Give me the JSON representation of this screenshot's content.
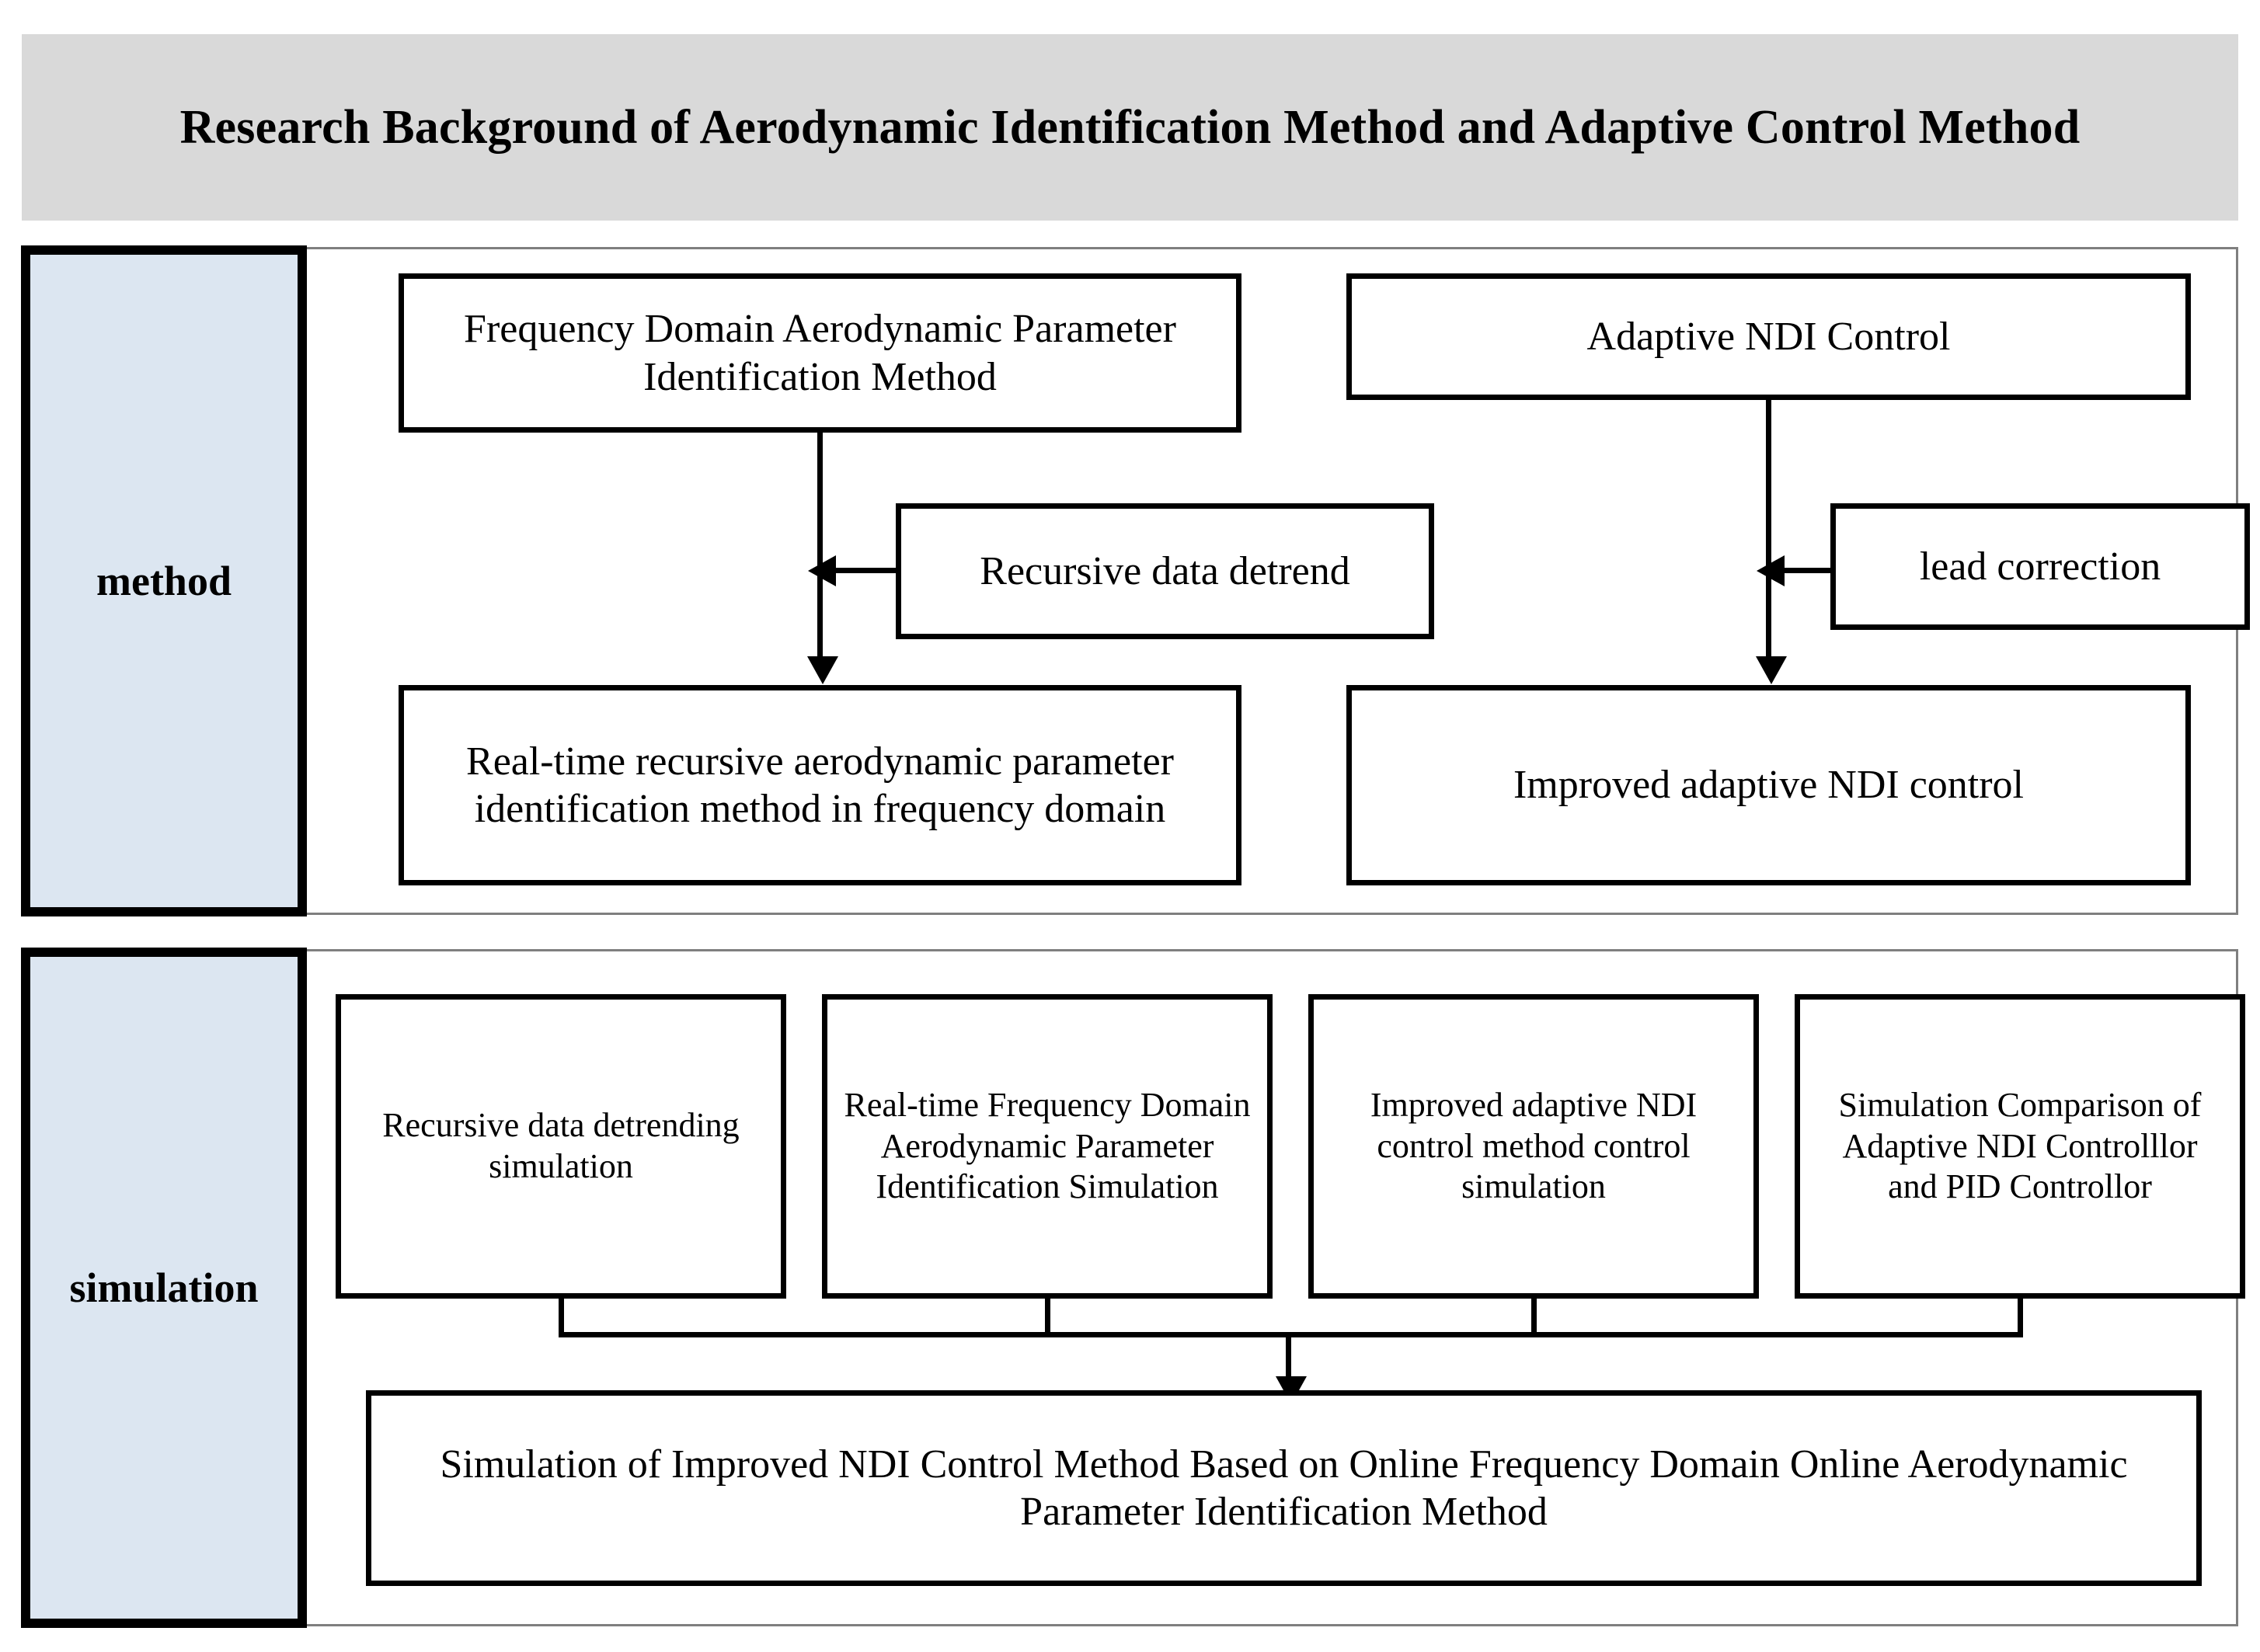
{
  "header": {
    "title": "Research Background of Aerodynamic Identification Method and Adaptive Control Method",
    "background_color": "#d9d9d9"
  },
  "colors": {
    "label_fill": "#dce6f1",
    "border": "#000000",
    "section_border": "#7f7f7f",
    "page_background": "#ffffff"
  },
  "sections": [
    {
      "label": "method",
      "boxes": {
        "frequency_domain": "Frequency Domain Aerodynamic Parameter Identification Method",
        "adaptive_ndi_control": "Adaptive NDI Control",
        "recursive_data_detrend": "Recursive data detrend",
        "lead_correction": "lead correction",
        "realtime_recursive": "Real-time recursive aerodynamic parameter identification method in frequency domain",
        "improved_adaptive_ndi": "Improved adaptive NDI control"
      }
    },
    {
      "label": "simulation",
      "boxes": {
        "sim_1": "Recursive data detrending simulation",
        "sim_2": "Real-time Frequency Domain Aerodynamic Parameter Identification Simulation",
        "sim_3": "Improved adaptive NDI control method control simulation",
        "sim_4": "Simulation Comparison of Adaptive NDI Controlllor and PID Controllor",
        "sim_final": "Simulation of Improved NDI Control Method Based on Online Frequency Domain Online Aerodynamic Parameter Identification Method"
      }
    }
  ],
  "connectors": [
    {
      "from": "frequency_domain",
      "to": "realtime_recursive",
      "style": "arrow-down"
    },
    {
      "from": "recursive_data_detrend",
      "to": "frequency_domain-to-realtime line",
      "style": "arrow-left"
    },
    {
      "from": "adaptive_ndi_control",
      "to": "improved_adaptive_ndi",
      "style": "arrow-down"
    },
    {
      "from": "lead_correction",
      "to": "adaptive-to-improved line",
      "style": "arrow-left"
    },
    {
      "from": "sim_1,sim_2,sim_3,sim_4",
      "to": "sim_final",
      "style": "bus-arrow-down"
    }
  ]
}
